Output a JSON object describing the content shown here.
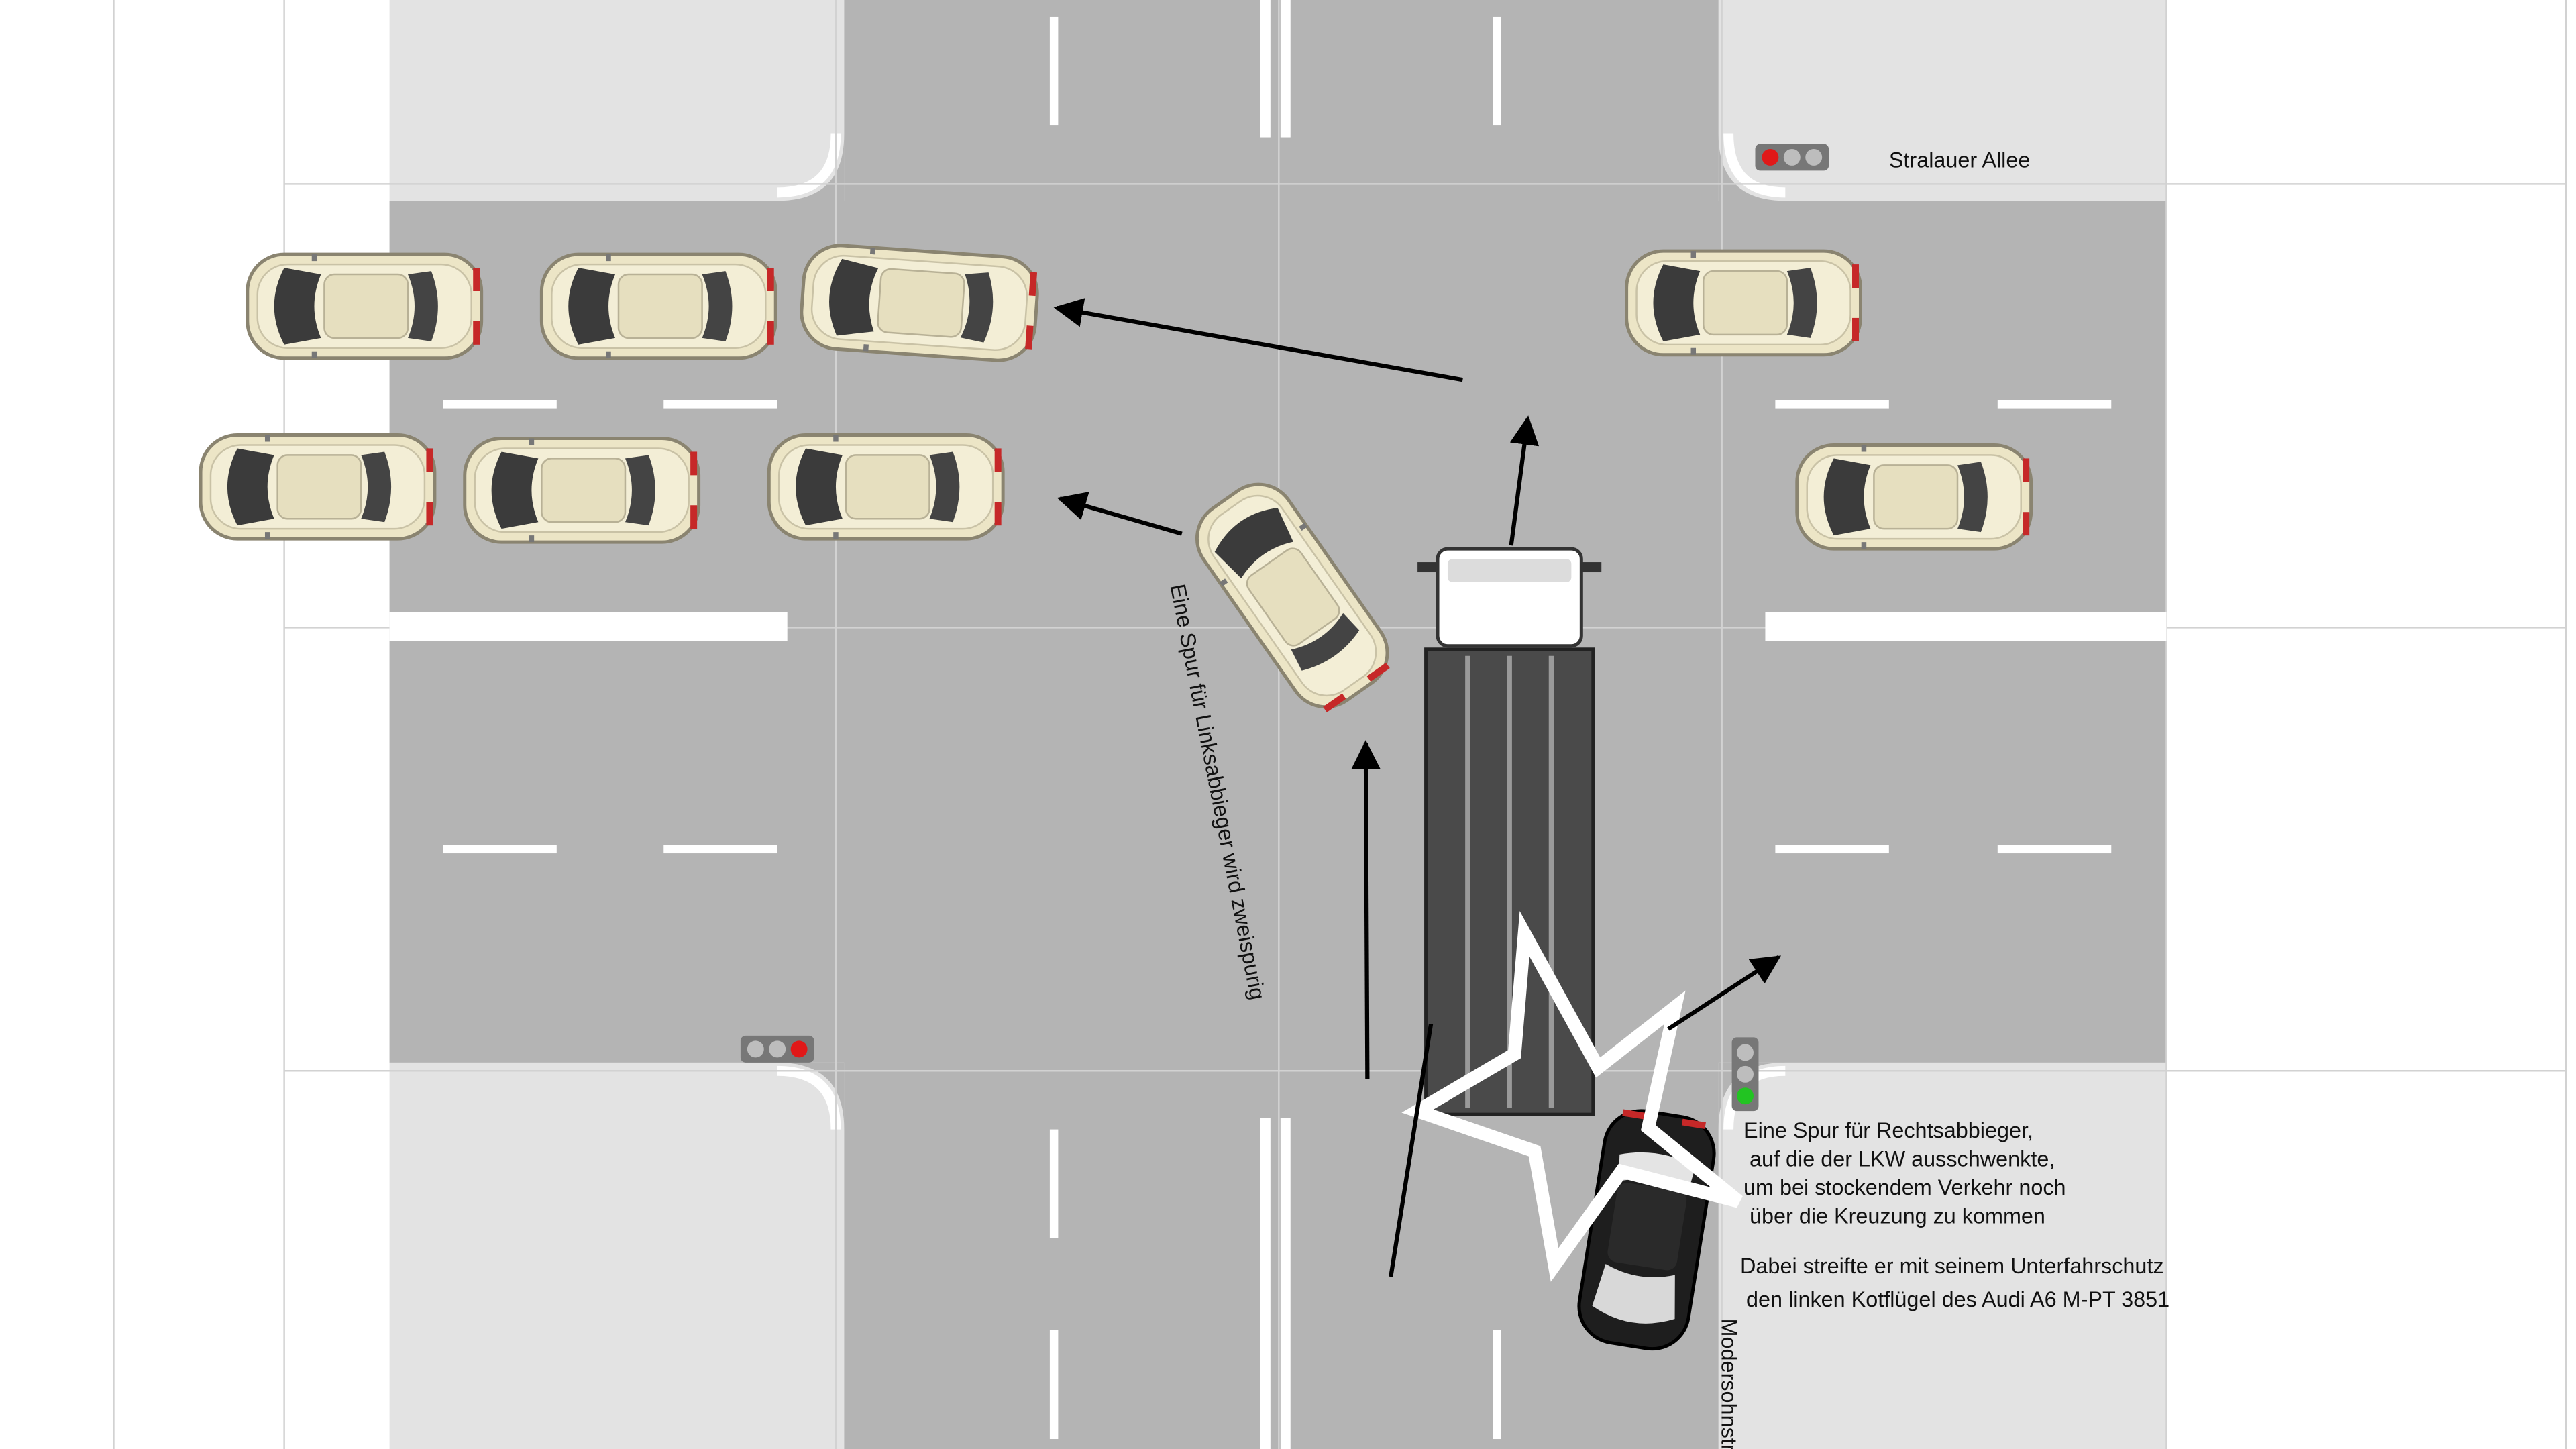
{
  "diagram": {
    "street_label": "Stralauer Allee",
    "side_street_label": "Modersohnstraße",
    "left_turn_note": "Eine Spur für Linksabbieger wird zweispurig",
    "right_turn_note": [
      "Eine Spur für Rechtsabbieger,",
      " auf die der LKW ausschwenkte,",
      "um bei stockendem Verkehr noch",
      " über die Kreuzung zu kommen"
    ],
    "collision_note": [
      "Dabei streifte er mit seinem Unterfahrschutz",
      " den linken Kotflügel des Audi A6 M-PT 3851"
    ]
  },
  "colors": {
    "road": "#b4b4b4",
    "sidewalk": "#e3e3e3",
    "car_body": "#ece5c6",
    "truck_trailer": "#4a4a4a",
    "audi": "#1e1e1e",
    "signal_red": "#e01818",
    "signal_green": "#22c422"
  },
  "signals": [
    {
      "name": "top-right",
      "active": "red"
    },
    {
      "name": "bottom-left",
      "active": "red"
    },
    {
      "name": "right-turn",
      "active": "green"
    }
  ]
}
